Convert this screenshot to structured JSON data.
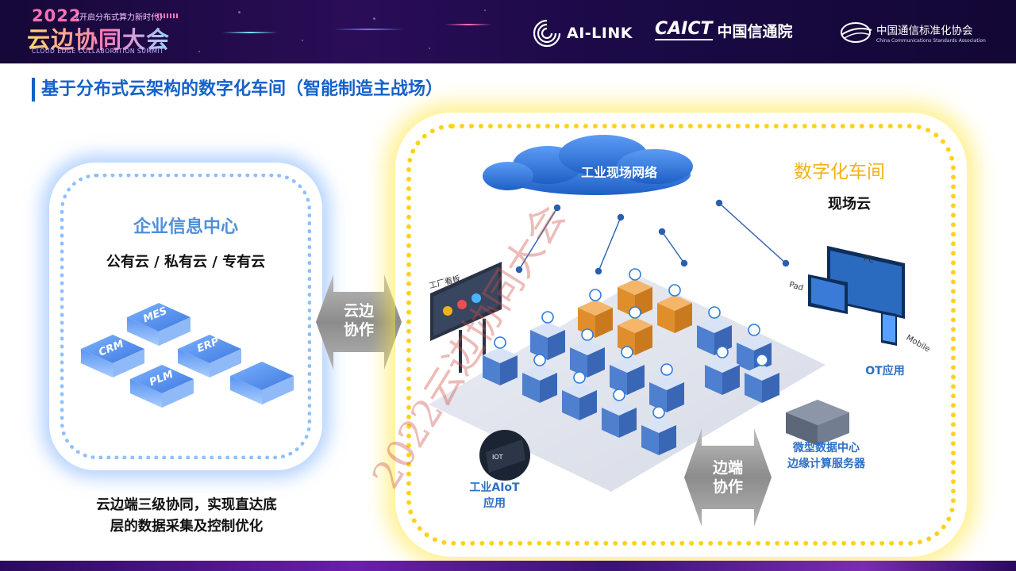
{
  "header": {
    "event_year": "2022",
    "event_slogan": "《开启分布式算力新时代》",
    "event_title": "云边协同大会",
    "event_subtitle_en": "CLOUD EDGE COLLABORATION SUMMIT",
    "logos": {
      "ailink": "AI-LINK",
      "caict_en": "CAICT",
      "caict_cn": "中国信通院",
      "ccsa_cn": "中国通信标准化协会",
      "ccsa_en": "China Communications Standards Association"
    }
  },
  "page_title": "基于分布式云架构的数字化车间（智能制造主战场）",
  "enterprise": {
    "title": "企业信息中心",
    "subtitle": "公有云 / 私有云 / 专有云",
    "tiles": [
      "MES",
      "CRM",
      "ERP",
      "PLM"
    ],
    "caption_line1": "云边端三级协同，实现直达底",
    "caption_line2": "层的数据采集及控制优化"
  },
  "cloud_edge_arrow": {
    "line1": "云边",
    "line2": "协作"
  },
  "edge_device_arrow": {
    "line1": "边端",
    "line2": "协作"
  },
  "workshop": {
    "title": "数字化车间",
    "subtitle": "现场云",
    "network_label": "工业现场网络",
    "factory_board_label": "工厂看板",
    "device_labels": {
      "pc": "PC",
      "pad": "Pad",
      "mobile": "Mobile"
    },
    "ot_label": "OT应用",
    "aiot_line1": "工业AIoT",
    "aiot_line2": "应用",
    "iot_box_label": "IOT",
    "dc_line1": "微型数据中心",
    "dc_line2": "边缘计算服务器"
  },
  "watermark": "2022云边协同大会",
  "colors": {
    "title_blue": "#1561C9",
    "enterprise_blue": "#4F8FDC",
    "workshop_yellow": "#F2B318",
    "label_blue": "#2D6FC3",
    "arrow_gray": "#9A9A9A"
  }
}
